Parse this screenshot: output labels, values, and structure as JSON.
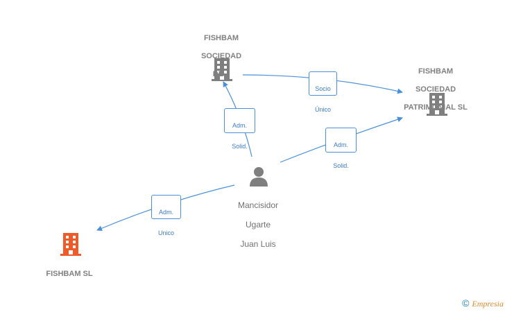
{
  "colors": {
    "edge": "#4a90d9",
    "company": "#7f7f7f",
    "company_main": "#f05a28",
    "person": "#7f7f7f"
  },
  "nodes": {
    "fishbam_sociedad_de": {
      "label_lines": [
        "FISHBAM",
        "SOCIEDAD",
        "DE..."
      ],
      "icon": "building-icon"
    },
    "fishbam_patrimonial": {
      "label_lines": [
        "FISHBAM",
        "SOCIEDAD",
        "PATRIMONIAL SL"
      ],
      "icon": "building-icon"
    },
    "mancisidor": {
      "label_lines": [
        "Mancisidor",
        "Ugarte",
        "Juan Luis"
      ],
      "icon": "person-icon"
    },
    "fishbam_sl": {
      "label": "FISHBAM SL",
      "icon": "building-icon"
    }
  },
  "edges": {
    "socio_unico": {
      "lines": [
        "Socio",
        "Único"
      ]
    },
    "adm_solid_1": {
      "lines": [
        "Adm.",
        "Solid."
      ]
    },
    "adm_solid_2": {
      "lines": [
        "Adm.",
        "Solid."
      ]
    },
    "adm_unico": {
      "lines": [
        "Adm.",
        "Unico"
      ]
    }
  },
  "watermark": {
    "copyright": "©",
    "brand_initial": "E",
    "brand_rest": "mpresia"
  }
}
